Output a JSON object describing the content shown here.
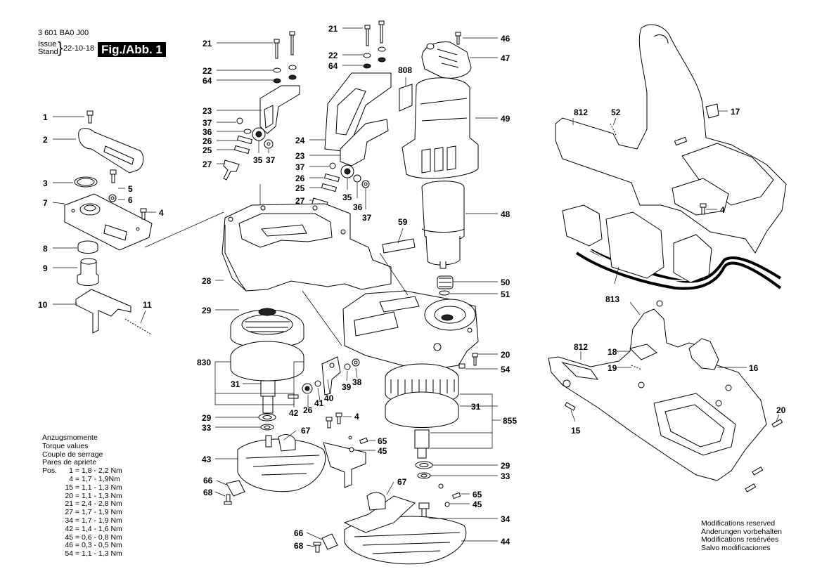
{
  "header": {
    "doc_number": "3 601 BA0 J00",
    "issue_label": "Issue",
    "stand_label": "Stand",
    "date": "22-10-18",
    "figure_label": "Fig./Abb. 1"
  },
  "torque": {
    "title_lines": [
      "Anzugsmomente",
      "Torque values",
      "Couple de serrage",
      "Pares de apriete"
    ],
    "pos_label": "Pos.",
    "rows": [
      {
        "pos": "1",
        "value": "1,8 - 2,2 Nm"
      },
      {
        "pos": "4",
        "value": "1,7 - 1,9Nm"
      },
      {
        "pos": "15",
        "value": "1,1 - 1,3 Nm"
      },
      {
        "pos": "20",
        "value": "1,1 - 1,3 Nm"
      },
      {
        "pos": "21",
        "value": "2,4 - 2,8 Nm"
      },
      {
        "pos": "27",
        "value": "1,7 - 1,9 Nm"
      },
      {
        "pos": "34",
        "value": "1,7 - 1,9 Nm"
      },
      {
        "pos": "42",
        "value": "1,4 - 1,6 Nm"
      },
      {
        "pos": "45",
        "value": "0,6 - 0,8 Nm"
      },
      {
        "pos": "46",
        "value": "0,3 - 0,5 Nm"
      },
      {
        "pos": "54",
        "value": "1,1 - 1,3 Nm"
      }
    ]
  },
  "modifications": [
    "Modifications reserved",
    "Änderungen vorbehalten",
    "Modifications resérvées",
    "Salvo modificaciones"
  ],
  "part_labels": [
    "1",
    "2",
    "3",
    "4",
    "5",
    "6",
    "7",
    "8",
    "9",
    "10",
    "11",
    "15",
    "16",
    "17",
    "18",
    "19",
    "20",
    "21",
    "22",
    "23",
    "24",
    "25",
    "26",
    "27",
    "28",
    "29",
    "31",
    "33",
    "34",
    "35",
    "36",
    "37",
    "38",
    "39",
    "40",
    "41",
    "42",
    "43",
    "44",
    "45",
    "46",
    "47",
    "48",
    "49",
    "50",
    "51",
    "52",
    "54",
    "59",
    "64",
    "65",
    "66",
    "67",
    "68",
    "808",
    "812",
    "813",
    "830",
    "855"
  ]
}
